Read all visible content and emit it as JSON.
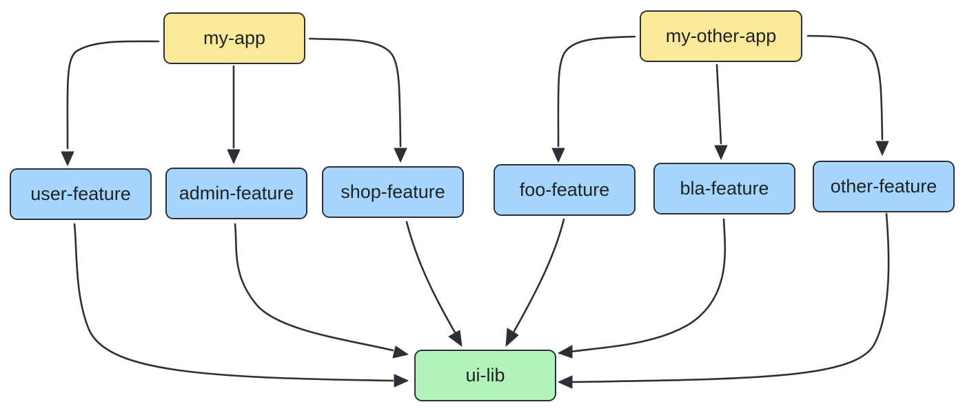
{
  "nodes": {
    "my_app": "my-app",
    "my_other_app": "my-other-app",
    "user_feature": "user-feature",
    "admin_feature": "admin-feature",
    "shop_feature": "shop-feature",
    "foo_feature": "foo-feature",
    "bla_feature": "bla-feature",
    "other_feature": "other-feature",
    "ui_lib": "ui-lib"
  },
  "edges": [
    {
      "from": "my-app",
      "to": "user-feature"
    },
    {
      "from": "my-app",
      "to": "admin-feature"
    },
    {
      "from": "my-app",
      "to": "shop-feature"
    },
    {
      "from": "my-other-app",
      "to": "foo-feature"
    },
    {
      "from": "my-other-app",
      "to": "bla-feature"
    },
    {
      "from": "my-other-app",
      "to": "other-feature"
    },
    {
      "from": "user-feature",
      "to": "ui-lib"
    },
    {
      "from": "admin-feature",
      "to": "ui-lib"
    },
    {
      "from": "shop-feature",
      "to": "ui-lib"
    },
    {
      "from": "foo-feature",
      "to": "ui-lib"
    },
    {
      "from": "bla-feature",
      "to": "ui-lib"
    },
    {
      "from": "other-feature",
      "to": "ui-lib"
    }
  ],
  "colors": {
    "app_fill": "#fbe99a",
    "feature_fill": "#a6d6fd",
    "lib_fill": "#b2f2bb",
    "stroke": "#2c3036"
  }
}
